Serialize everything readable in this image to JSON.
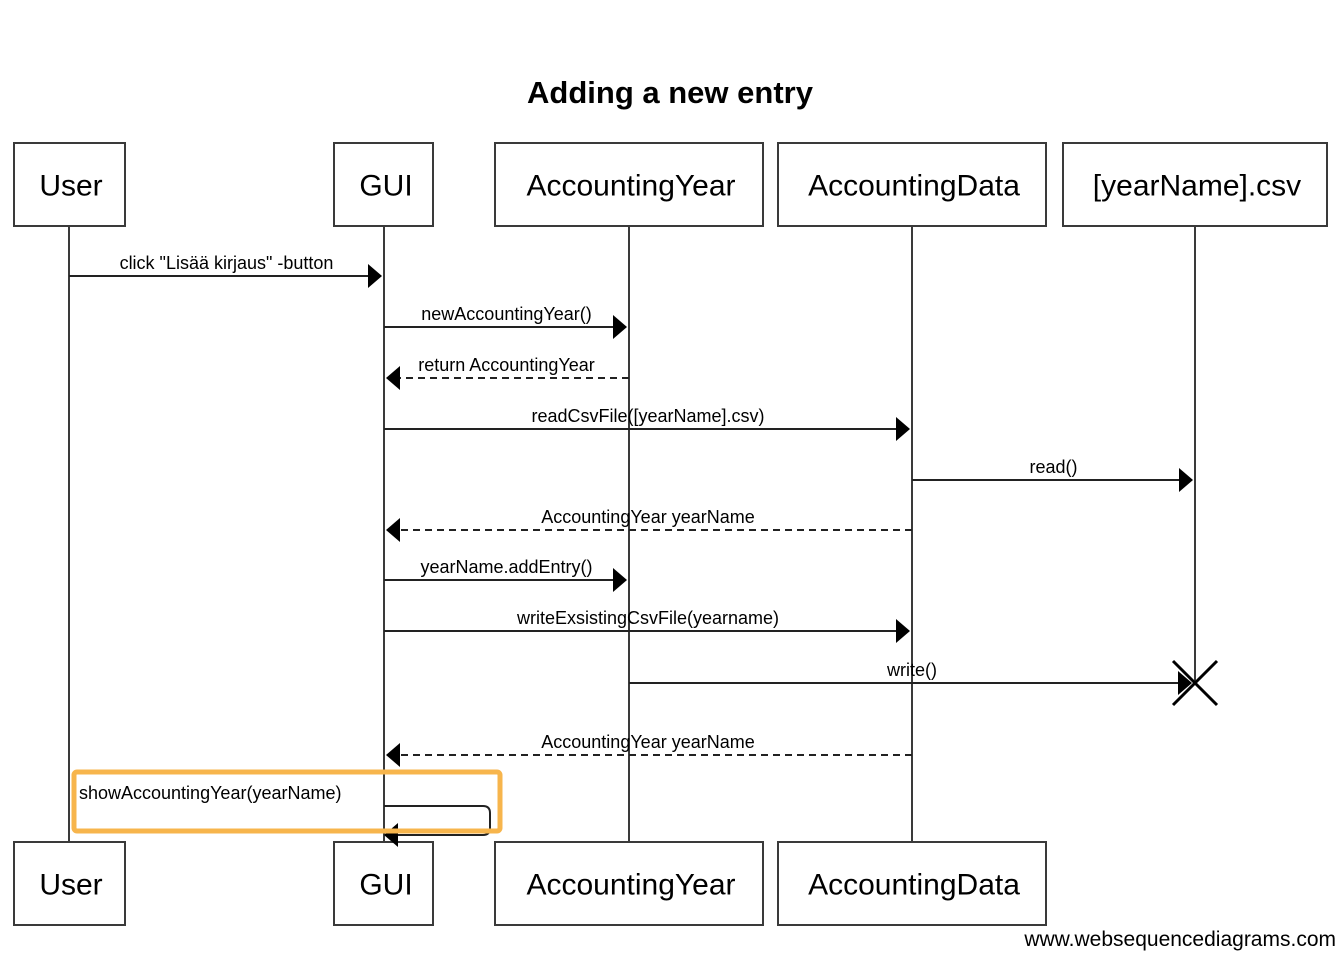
{
  "title": "Adding a new entry",
  "watermark": "www.websequencediagrams.com",
  "participants": [
    {
      "id": "user",
      "label": "User"
    },
    {
      "id": "gui",
      "label": "GUI"
    },
    {
      "id": "accountingyear",
      "label": "AccountingYear"
    },
    {
      "id": "accountingdata",
      "label": "AccountingData"
    },
    {
      "id": "csv",
      "label": "[yearName].csv"
    }
  ],
  "footer_participants": [
    "user",
    "gui",
    "accountingyear",
    "accountingdata"
  ],
  "messages": [
    {
      "from": "user",
      "to": "gui",
      "label": "click \"Lisää kirjaus\" -button",
      "style": "solid"
    },
    {
      "from": "gui",
      "to": "accountingyear",
      "label": "newAccountingYear()",
      "style": "solid"
    },
    {
      "from": "accountingyear",
      "to": "gui",
      "label": "return AccountingYear",
      "style": "dashed"
    },
    {
      "from": "gui",
      "to": "accountingdata",
      "label": "readCsvFile([yearName].csv)",
      "style": "solid"
    },
    {
      "from": "accountingdata",
      "to": "csv",
      "label": "read()",
      "style": "solid"
    },
    {
      "from": "accountingdata",
      "to": "gui",
      "label": "AccountingYear yearName",
      "style": "dashed"
    },
    {
      "from": "gui",
      "to": "accountingyear",
      "label": "yearName.addEntry()",
      "style": "solid"
    },
    {
      "from": "gui",
      "to": "accountingdata",
      "label": "writeExsistingCsvFile(yearname)",
      "style": "solid"
    },
    {
      "from": "accountingyear",
      "to": "csv",
      "label": "write()",
      "style": "solid",
      "destroy": true
    },
    {
      "from": "accountingdata",
      "to": "gui",
      "label": "AccountingYear yearName",
      "style": "dashed"
    },
    {
      "from": "gui",
      "to": "gui",
      "label": "showAccountingYear(yearName)",
      "style": "self",
      "highlighted": true
    }
  ],
  "colors": {
    "highlight": "#f7b54c",
    "line": "#3a3a3a"
  }
}
